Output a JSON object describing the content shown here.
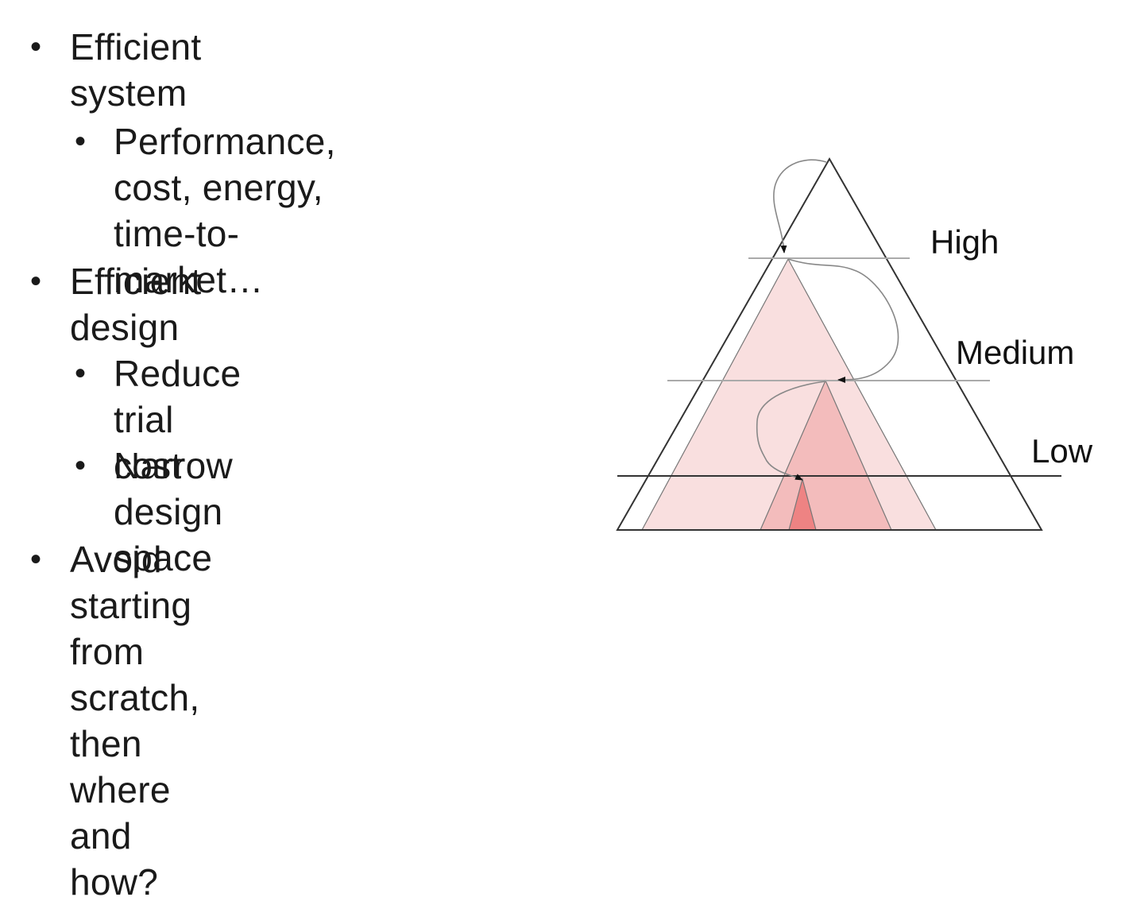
{
  "slide": {
    "bullets": [
      {
        "level": 1,
        "text": "Efficient system"
      },
      {
        "level": 2,
        "text": "Performance, cost, energy,\ntime-to-market…"
      },
      {
        "level": 1,
        "text": "Efficient design"
      },
      {
        "level": 2,
        "text": "Reduce trial cost"
      },
      {
        "level": 2,
        "text": "Narrow design space"
      },
      {
        "level": 1,
        "text": "Avoid starting from scratch,\nthen where and how?"
      }
    ],
    "bullet_glyph": "•"
  },
  "diagram": {
    "levels": {
      "high": "High",
      "medium": "Medium",
      "low": "Low"
    },
    "colors": {
      "outline": "#333333",
      "level_line": "#aaaaaa",
      "low_line": "#333333",
      "fill_high": "#f9dfdf",
      "fill_medium": "#f3bcbc",
      "fill_low": "#ee8383",
      "path": "#888888"
    }
  }
}
